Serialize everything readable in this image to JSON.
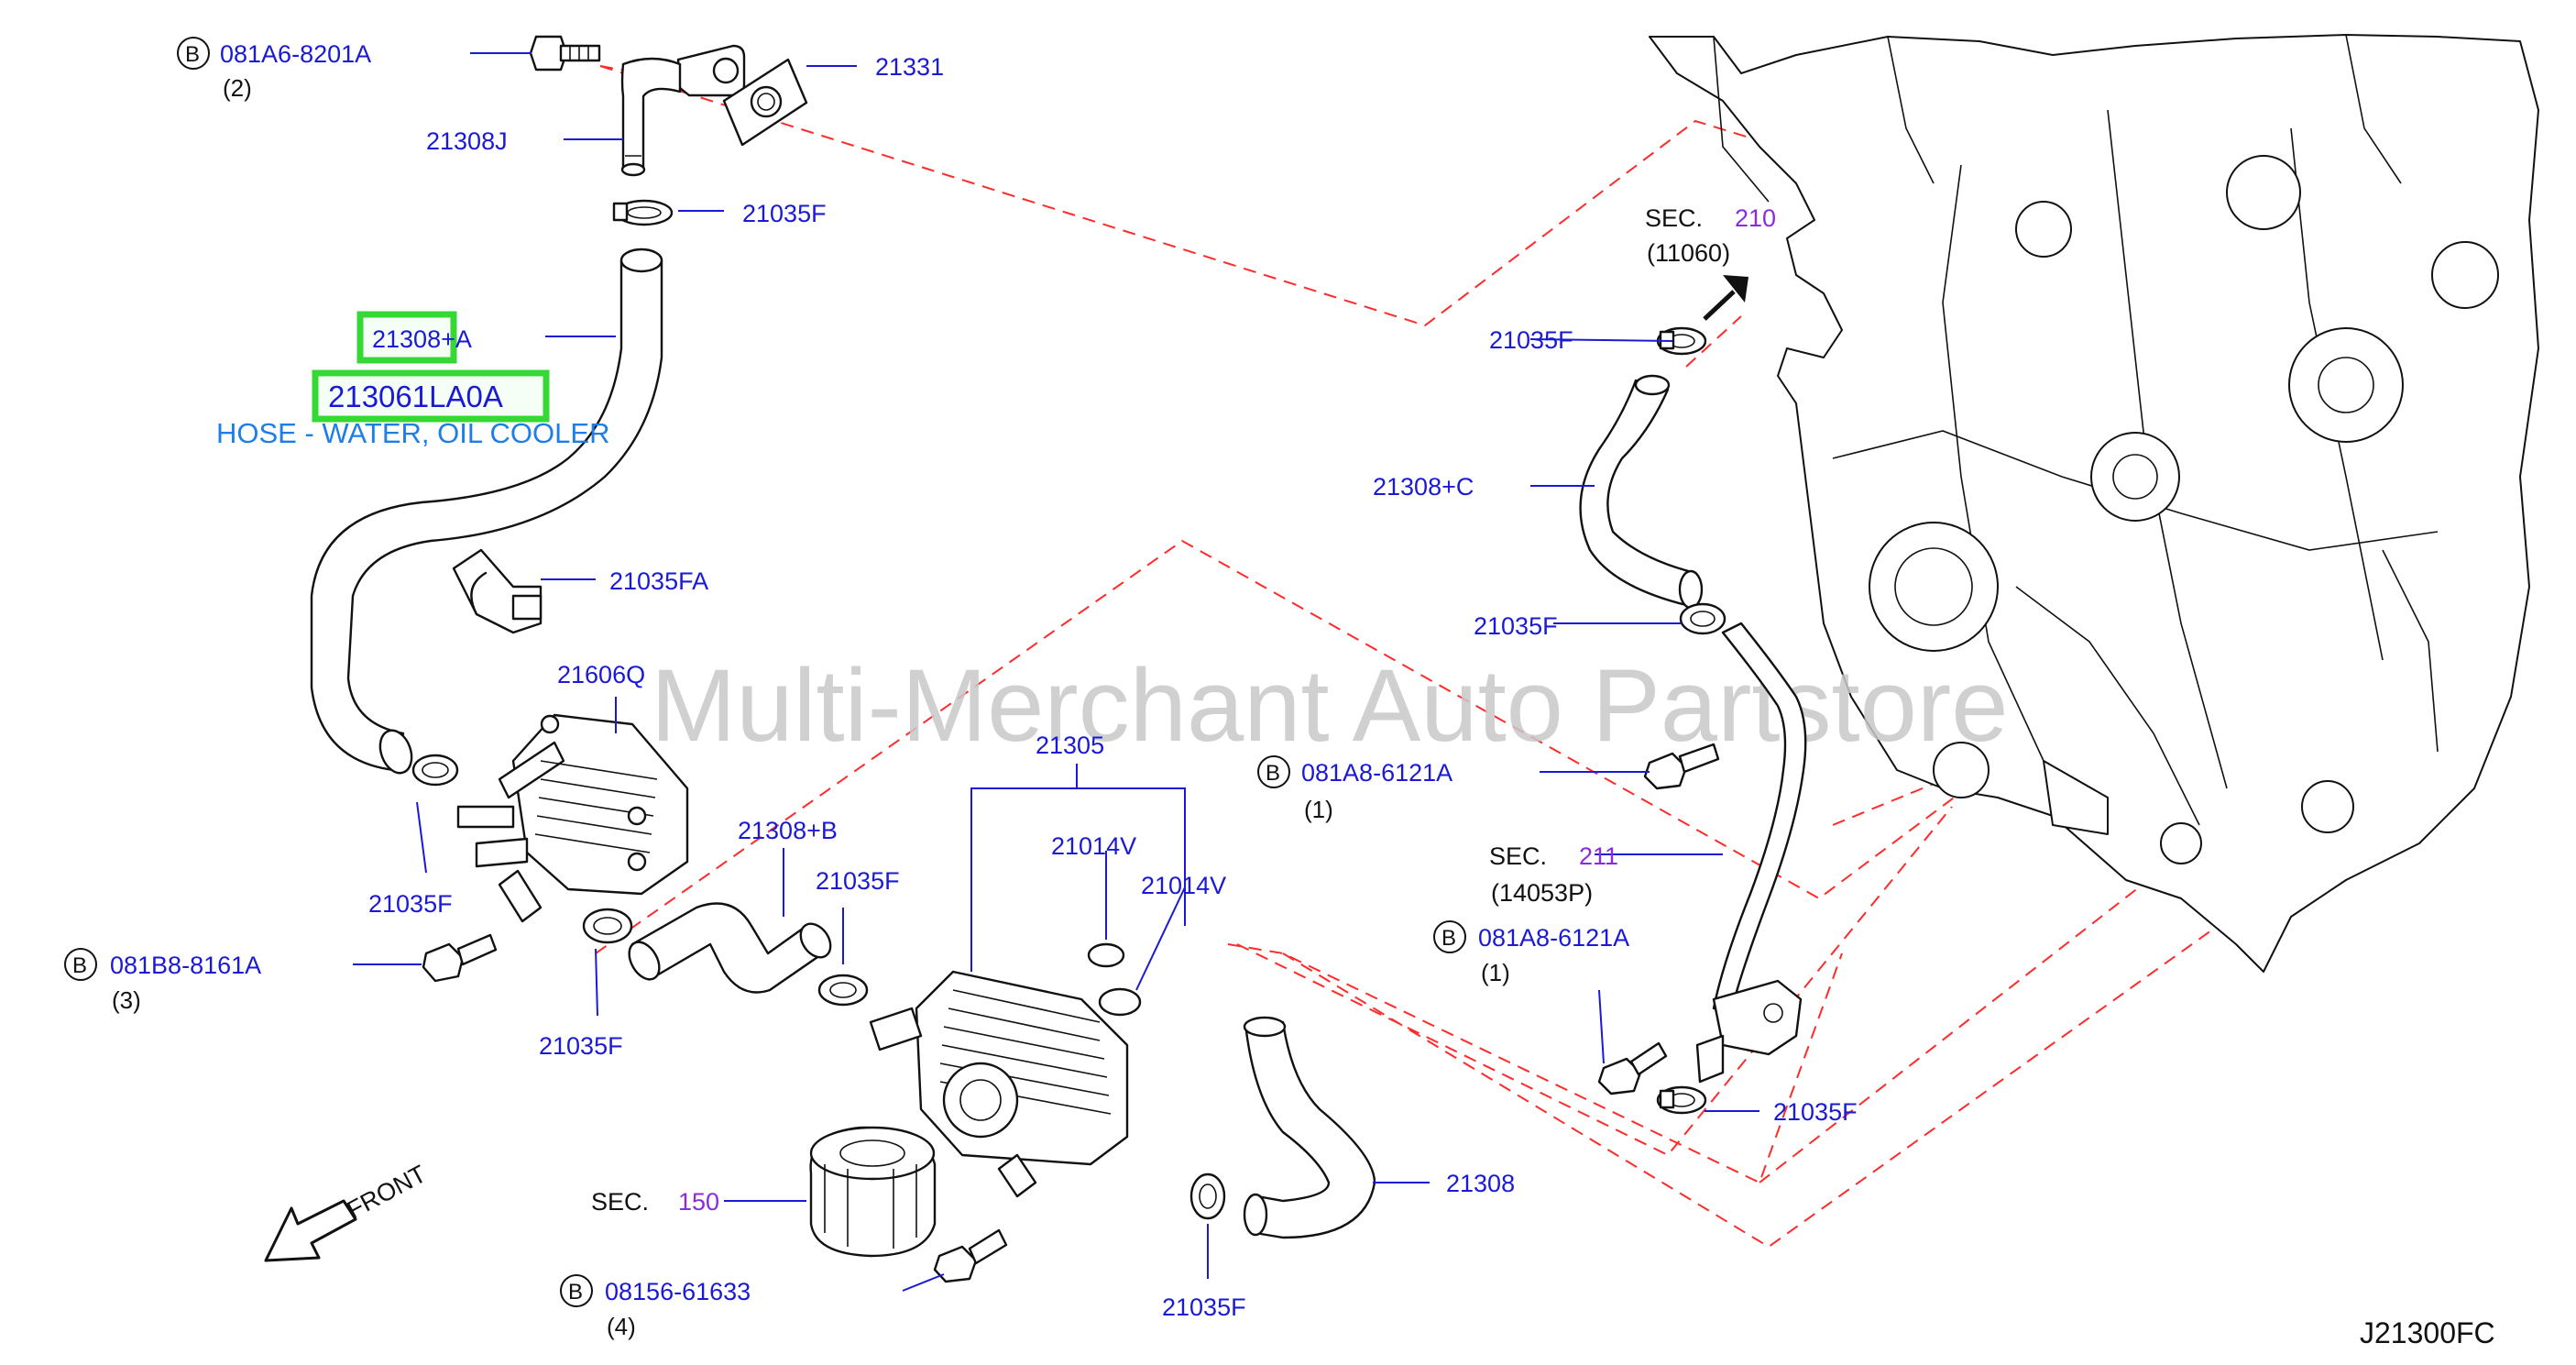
{
  "watermark": "Multi-Merchant Auto Partstore",
  "diagram_code": "J21300FC",
  "front_label": "FRONT",
  "highlight": {
    "ref": "21308+A",
    "part_number": "213061LA0A",
    "description": "HOSE - WATER, OIL COOLER"
  },
  "bolts": {
    "top": {
      "badge": "B",
      "number": "081A6-8201A",
      "qty": "(2)"
    },
    "left": {
      "badge": "B",
      "number": "081B8-8161A",
      "qty": "(3)"
    },
    "bottom": {
      "badge": "B",
      "number": "08156-61633",
      "qty": "(4)"
    },
    "right_upper": {
      "badge": "B",
      "number": "081A8-6121A",
      "qty": "(1)"
    },
    "right_lower": {
      "badge": "B",
      "number": "081A8-6121A",
      "qty": "(1)"
    }
  },
  "labels": {
    "p21331": "21331",
    "p21308J": "21308J",
    "clamp_top": "21035F",
    "clamp_fa": "21035FA",
    "p21606Q": "21606Q",
    "clamp_left": "21035F",
    "clamp_left_low": "21035F",
    "p21308B": "21308+B",
    "clamp_mid": "21035F",
    "p21305": "21305",
    "oring_a": "21014V",
    "oring_b": "21014V",
    "p21308": "21308",
    "clamp_bottom": "21035F",
    "clamp_sec210": "21035F",
    "p21308C": "21308+C",
    "clamp_right": "21035F",
    "clamp_right_low": "21035F"
  },
  "sections": {
    "s210": {
      "prefix": "SEC.",
      "number": "210",
      "ref": "(11060)"
    },
    "s211": {
      "prefix": "SEC.",
      "number": "211",
      "ref": "(14053P)"
    },
    "s150": {
      "prefix": "SEC.",
      "number": "150"
    }
  }
}
